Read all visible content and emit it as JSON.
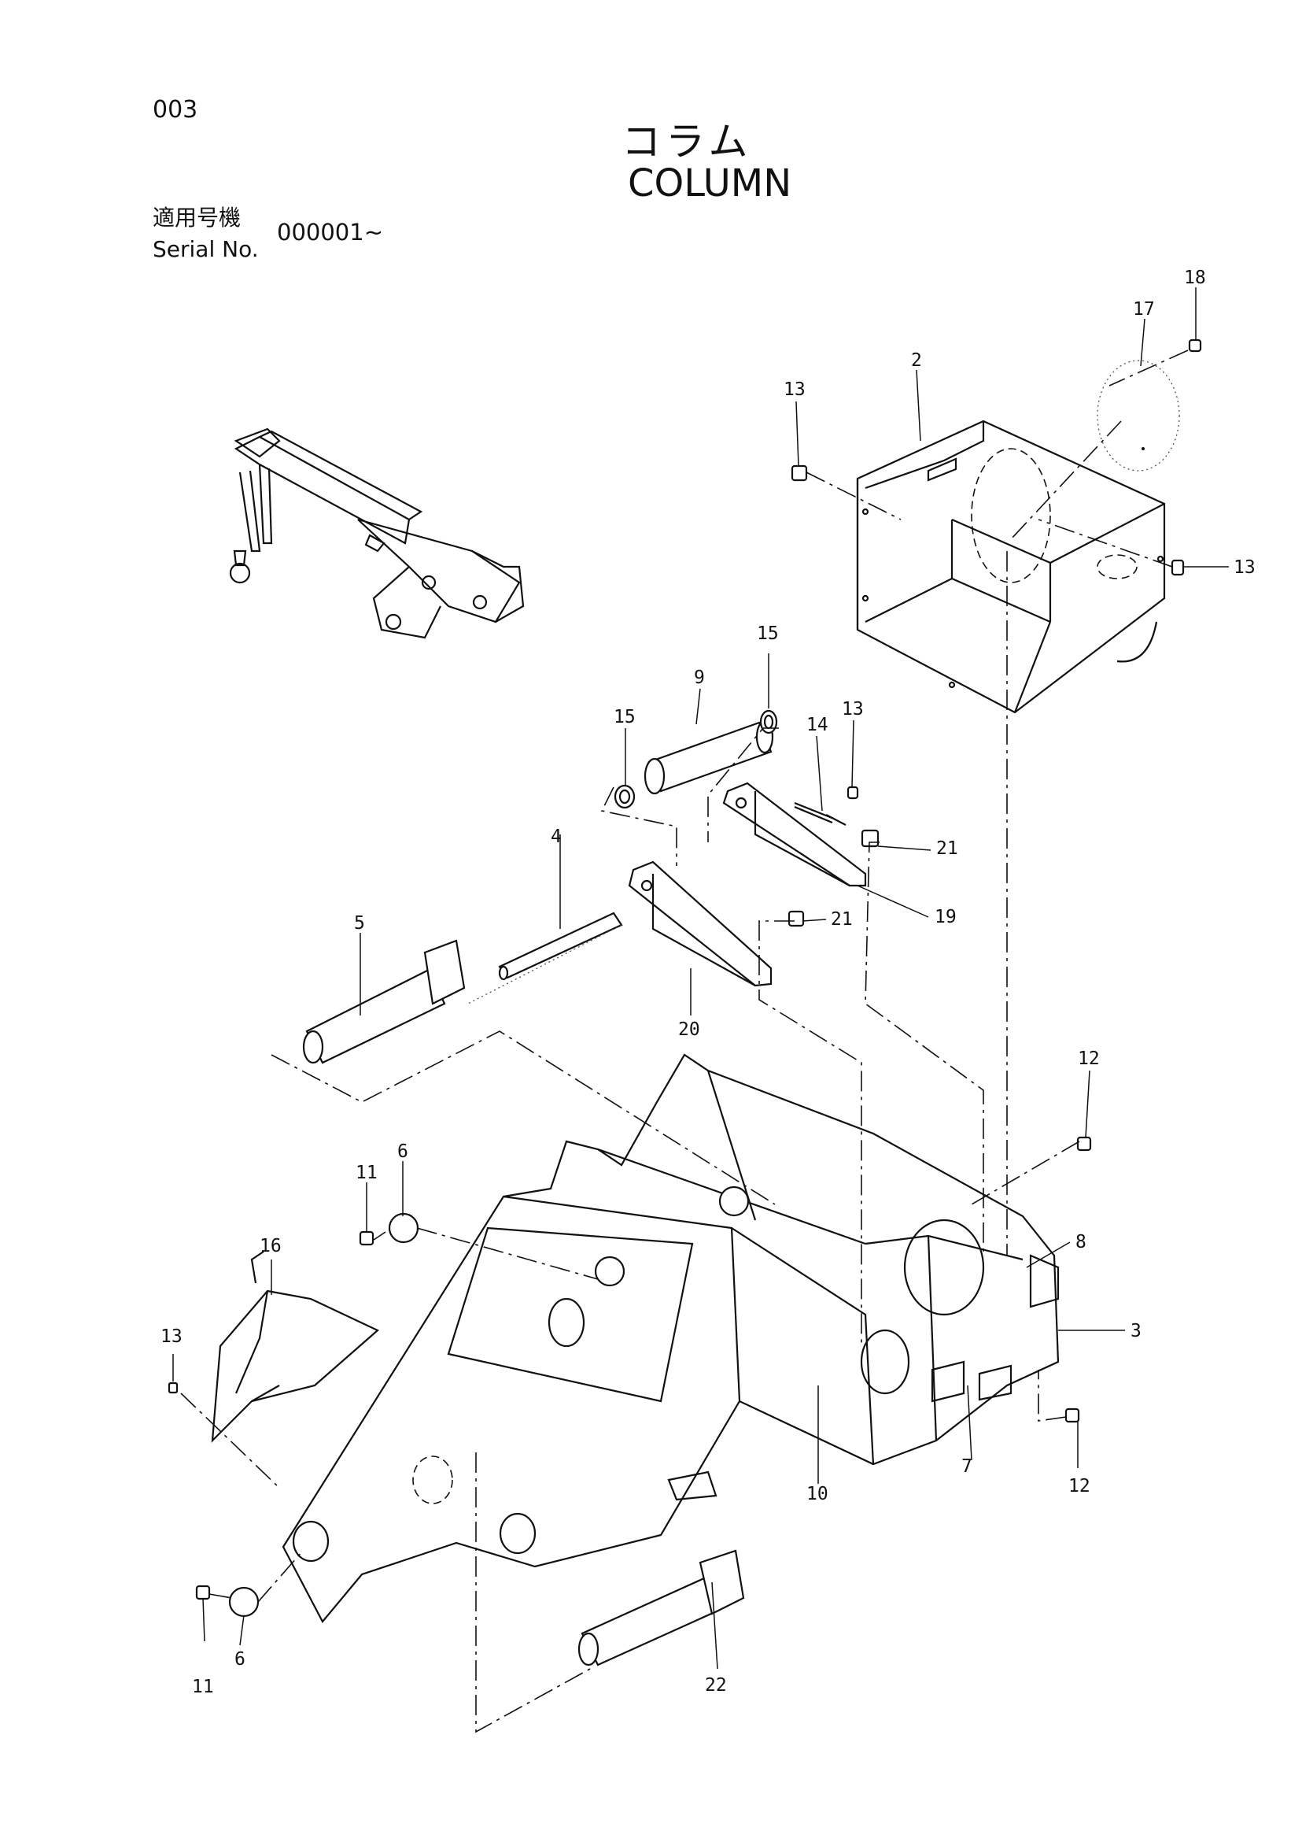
{
  "header": {
    "page_number": "003",
    "title_jp": "コラム",
    "title_en": "COLUMN",
    "serial_label_jp": "適用号機",
    "serial_label_en": "Serial No.",
    "serial_value": "000001~"
  },
  "callouts": [
    {
      "id": "c2",
      "label": "2"
    },
    {
      "id": "c3",
      "label": "3"
    },
    {
      "id": "c4",
      "label": "4"
    },
    {
      "id": "c5",
      "label": "5"
    },
    {
      "id": "c6a",
      "label": "6"
    },
    {
      "id": "c6b",
      "label": "6"
    },
    {
      "id": "c7",
      "label": "7"
    },
    {
      "id": "c8",
      "label": "8"
    },
    {
      "id": "c9",
      "label": "9"
    },
    {
      "id": "c10",
      "label": "10"
    },
    {
      "id": "c11a",
      "label": "11"
    },
    {
      "id": "c11b",
      "label": "11"
    },
    {
      "id": "c12a",
      "label": "12"
    },
    {
      "id": "c12b",
      "label": "12"
    },
    {
      "id": "c13a",
      "label": "13"
    },
    {
      "id": "c13b",
      "label": "13"
    },
    {
      "id": "c13c",
      "label": "13"
    },
    {
      "id": "c13d",
      "label": "13"
    },
    {
      "id": "c14",
      "label": "14"
    },
    {
      "id": "c15a",
      "label": "15"
    },
    {
      "id": "c15b",
      "label": "15"
    },
    {
      "id": "c16",
      "label": "16"
    },
    {
      "id": "c17",
      "label": "17"
    },
    {
      "id": "c18",
      "label": "18"
    },
    {
      "id": "c19",
      "label": "19"
    },
    {
      "id": "c20",
      "label": "20"
    },
    {
      "id": "c21a",
      "label": "21"
    },
    {
      "id": "c21b",
      "label": "21"
    },
    {
      "id": "c22",
      "label": "22"
    }
  ]
}
